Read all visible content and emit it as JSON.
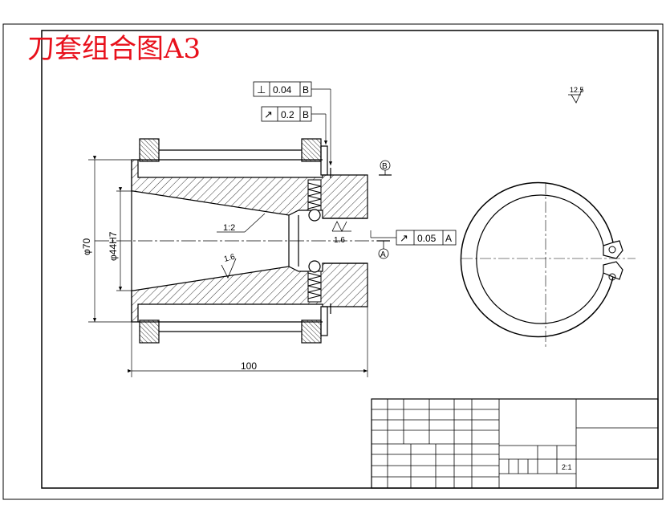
{
  "title": "刀套组合图A3",
  "colors": {
    "title": "#e8101b",
    "line": "#000000",
    "paper": "#ffffff"
  },
  "tolerances": {
    "perpendicularity": {
      "symbol": "⊥",
      "value": "0.04",
      "datum": "B"
    },
    "runout_top": {
      "symbol": "↗",
      "value": "0.2",
      "datum": "B"
    },
    "runout_right": {
      "symbol": "↗",
      "value": "0.05",
      "datum": "A"
    }
  },
  "datums": {
    "b": "B",
    "a": "A"
  },
  "roughness": {
    "general": "12.5",
    "bore": "1.6",
    "cone": "1.6"
  },
  "dimensions": {
    "outer_diameter": "φ70",
    "bore_diameter": "φ44H7",
    "length": "100",
    "taper": "1:2"
  },
  "title_block": {
    "scale": "2:1"
  }
}
